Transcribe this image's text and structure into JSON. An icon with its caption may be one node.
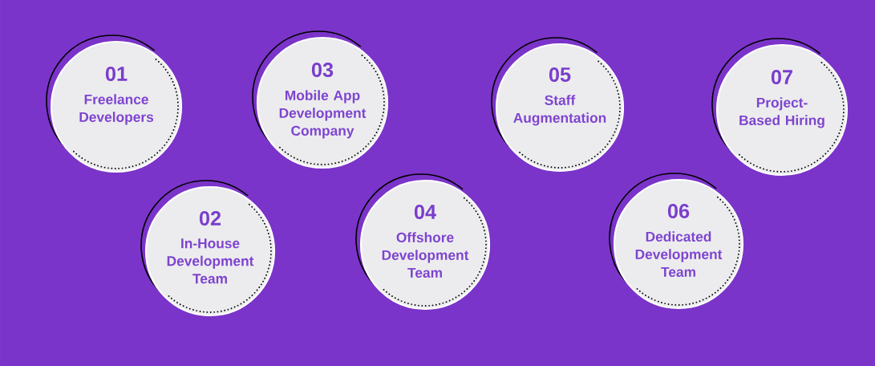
{
  "diagram": {
    "nodes": [
      {
        "text": [
          "01",
          "Freelance Developers"
        ]
      },
      {
        "text": [
          "02",
          "In-House Development Team"
        ]
      },
      {
        "text": [
          "03",
          "Mobile App Development Company"
        ]
      },
      {
        "text": [
          "04",
          "Offshore Development Team"
        ]
      },
      {
        "text": [
          "05",
          "Staff Augmentation"
        ]
      },
      {
        "text": [
          "06",
          "Dedicated Development Team"
        ]
      },
      {
        "text": [
          "07",
          "Project-Based Hiring"
        ]
      }
    ]
  }
}
